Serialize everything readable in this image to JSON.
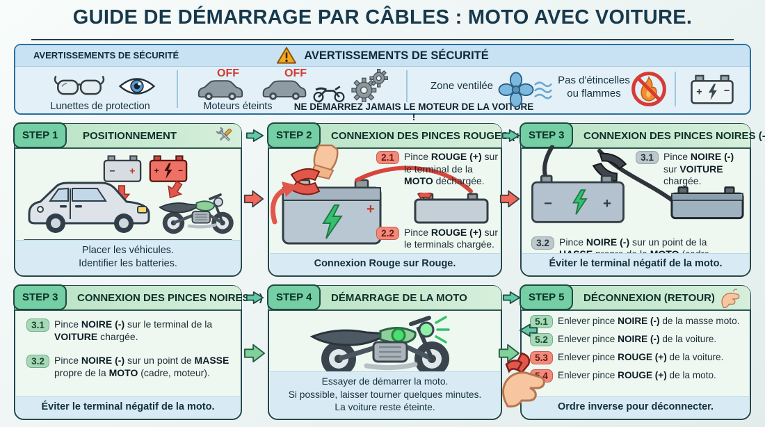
{
  "title": "GUIDE DE DÉMARRAGE PAR CÂBLES : MOTO AVEC VOITURE.",
  "colors": {
    "accent_green": "#74cfa4",
    "accent_red": "#ef6e60",
    "safety_border_blue": "#2a6f9e",
    "panel_border": "#24464e",
    "footer_blue": "#d8ebf4"
  },
  "symbols": {
    "plus": "+",
    "minus": "−"
  },
  "safety": {
    "header_side": "AVERTISSEMENTS DE SÉCURITÉ",
    "header_main": "AVERTISSEMENTS DE SÉCURITÉ",
    "goggles_label": "Lunettes de protection",
    "off1": "OFF",
    "off2": "OFF",
    "engines_off_label": "Moteurs éteints",
    "never_start_label": "NE DÉMARREZ JAMAIS LE MOTEUR DE LA VOITURE !",
    "ventilated_label": "Zone ventilée",
    "no_sparks_line1": "Pas d'étincelles",
    "no_sparks_line2": "ou flammes"
  },
  "panels": [
    {
      "step": "STEP 1",
      "title": "POSITIONNEMENT",
      "items": [],
      "footer": [
        "Placer les véhicules.",
        "Identifier les batteries."
      ]
    },
    {
      "step": "STEP 2",
      "title": "CONNEXION DES PINCES ROUGES (+)",
      "items": [
        {
          "badge": "2.1",
          "color": "red",
          "text": "Pince **ROUGE (+)** sur le terminal de la **MOTO** déchargée."
        },
        {
          "badge": "2.2",
          "color": "red",
          "text": "Pince **ROUGE (+)** sur le terminals chargée."
        }
      ],
      "footer": [
        "Connexion Rouge sur Rouge."
      ]
    },
    {
      "step": "STEP 3",
      "title": "CONNEXION DES PINCES NOIRES (-)",
      "items": [
        {
          "badge": "3.1",
          "color": "gray",
          "text": "Pince **NOIRE (-)** sur **VOITURE** chargée."
        },
        {
          "badge": "3.2",
          "color": "gray",
          "text": "Pince **NOIRE (-)** sur un point de la **HASSE** propre de la **MOTO** (cadre, moteur)."
        }
      ],
      "footer": [
        "Éviter le terminal négatif de la moto."
      ]
    },
    {
      "step": "STEP 3",
      "title": "CONNEXION DES PINCES NOIRES (-)",
      "items": [
        {
          "badge": "3.1",
          "color": "green",
          "text": "Pince **NOIRE (-)** sur le terminal de la **VOITURE** chargée."
        },
        {
          "badge": "3.2",
          "color": "green",
          "text": "Pince **NOIRE (-)** sur un point de **MASSE** propre de la **MOTO** (cadre, moteur)."
        }
      ],
      "footer": [
        "Éviter le terminal négatif de la moto."
      ]
    },
    {
      "step": "STEP 4",
      "title": "DÉMARRAGE DE LA MOTO",
      "items": [],
      "footer": [
        "Essayer de démarrer la moto.",
        "Si possible, laisser tourner quelques minutes.",
        "La voiture reste éteinte."
      ]
    },
    {
      "step": "STEP 5",
      "title": "DÉCONNEXION (RETOUR)",
      "items": [
        {
          "badge": "5.1",
          "color": "green",
          "text": "Enlever pince **NOIRE (-)** de la masse moto."
        },
        {
          "badge": "5.2",
          "color": "green",
          "text": "Enlever pince **NOIRE (-)** de la voiture."
        },
        {
          "badge": "5.3",
          "color": "red",
          "text": "Enlever pince **ROUGE (+)** de la voiture."
        },
        {
          "badge": "5.4",
          "color": "red",
          "text": "Enlever pince **ROUGE (+)** de la moto."
        }
      ],
      "footer": [
        "Ordre inverse pour déconnecter."
      ]
    }
  ]
}
